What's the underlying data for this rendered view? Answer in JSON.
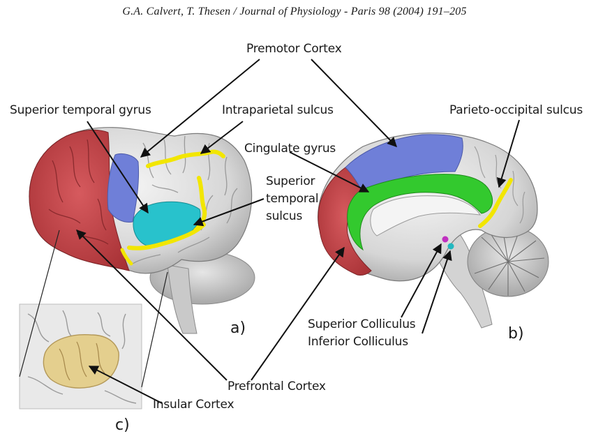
{
  "header": "G.A. Calvert, T. Thesen / Journal of Physiology - Paris 98 (2004) 191–205",
  "labels": {
    "premotor_cortex": "Premotor Cortex",
    "superior_temporal_gyrus": "Superior temporal gyrus",
    "intraparietal_sulcus": "Intraparietal sulcus",
    "parieto_occipital_sulcus": "Parieto-occipital sulcus",
    "cingulate_gyrus": "Cingulate gyrus",
    "sts_line1": "Superior",
    "sts_line2": "temporal",
    "sts_line3": "sulcus",
    "superior_colliculus": "Superior Colliculus",
    "inferior_colliculus": "Inferior Colliculus",
    "prefrontal_cortex": "Prefrontal Cortex",
    "insular_cortex": "Insular Cortex"
  },
  "panels": {
    "a": "a)",
    "b": "b)",
    "c": "c)"
  },
  "colors": {
    "prefrontal": "#c8484c",
    "premotor": "#6f7fd8",
    "sts_region": "#28c2cc",
    "sulcus": "#f2e600",
    "cingulate": "#33c92e",
    "insula": "#e4cf8e",
    "colliculus_superior": "#c030c0",
    "colliculus_inferior": "#22b8c0"
  }
}
